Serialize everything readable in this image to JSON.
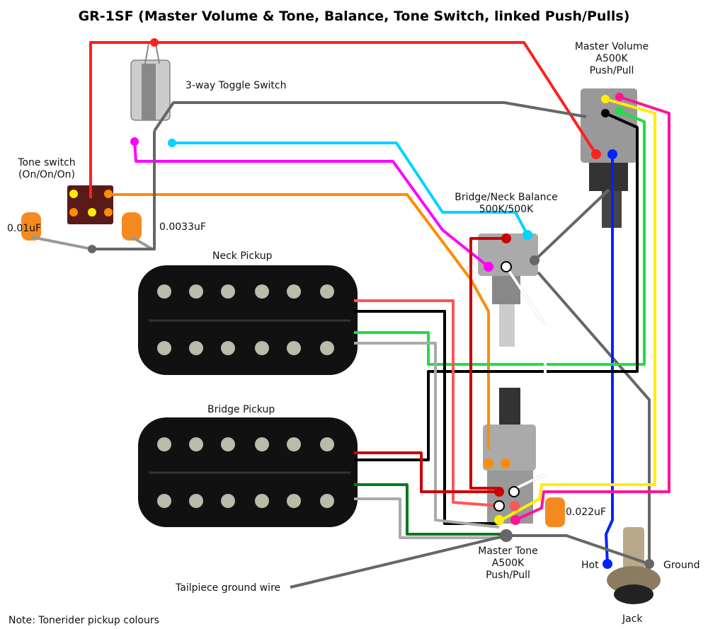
{
  "title": "GR-1SF (Master Volume & Tone, Balance, Tone Switch, linked Push/Pulls)",
  "labels": {
    "toggle": "3-way Toggle Switch",
    "tone_switch": [
      "Tone switch",
      "(On/On/On)"
    ],
    "cap1": "0.01uF",
    "cap2": "0.0033uF",
    "cap3": "0.022uF",
    "neck_pickup": "Neck Pickup",
    "bridge_pickup": "Bridge Pickup",
    "balance": [
      "Bridge/Neck Balance",
      "500K/500K"
    ],
    "master_volume": [
      "Master Volume",
      "A500K",
      "Push/Pull"
    ],
    "master_tone": [
      "Master Tone",
      "A500K",
      "Push/Pull"
    ],
    "jack": "Jack",
    "hot": "Hot",
    "ground": "Ground",
    "tailpiece": "Tailpiece ground wire",
    "note": "Note: Tonerider pickup colours"
  },
  "colors": {
    "red": "#ff2020",
    "gray": "#666666",
    "cyan": "#00d4ff",
    "magenta": "#ff00ff",
    "orange": "#ff8c00",
    "blue": "#0022ff",
    "yellow": "#ffee00",
    "pink": "#ff1493",
    "green": "#22dd44",
    "darkgreen": "#007a1e",
    "darkred": "#cc0000",
    "salmon": "#ff5555"
  }
}
